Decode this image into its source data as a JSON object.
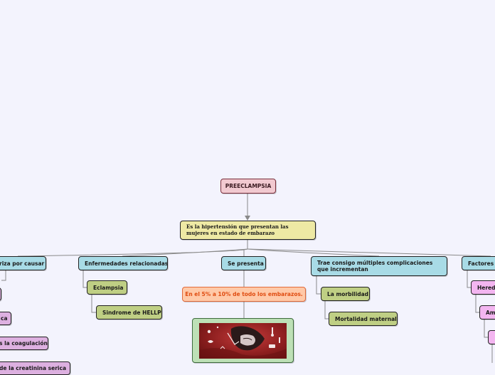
{
  "colors": {
    "background": "#f3f3fd",
    "root": "#f1c9d0",
    "definition": "#eee9a4",
    "category": "#a8dbe6",
    "green_leaf": "#bfcf84",
    "orange_leaf": "#ffc9a8",
    "purple_leaf": "#ddb0e0",
    "pink_leaf": "#f3b5f0",
    "connector": "#8a8a8a"
  },
  "root": {
    "label": "PREECLAMPSIA"
  },
  "definition": {
    "label": "Es la hipertensión que presentan las mujeres en estado de embarazo"
  },
  "branches": {
    "causes": {
      "label": "riza por causar",
      "items": [
        "",
        "ca",
        "s la coagulación",
        "de la creatinina serica"
      ]
    },
    "diseases": {
      "label": "Enfermedades relacionadas",
      "items": [
        "Eclampsia",
        "Sindrome de HELLP"
      ]
    },
    "presents": {
      "label": "Se presenta",
      "items": [
        "En el 5% a 10% de todo los embarazos."
      ],
      "image_icon": "pregnant-woman-illustration"
    },
    "complications": {
      "label": "Trae consigo múltiples complicaciones que incrementan",
      "items": [
        "La morbilidad",
        "Mortalidad maternal"
      ]
    },
    "factors": {
      "label": "Factores d",
      "items": [
        "Heredi",
        "Am",
        ""
      ]
    }
  }
}
